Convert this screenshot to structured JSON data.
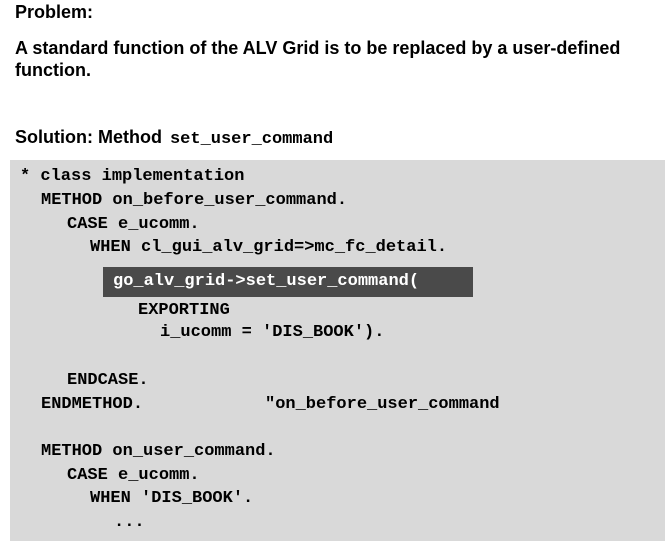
{
  "problem": {
    "heading": "Problem:",
    "text": "A standard function of the ALV Grid is to be replaced by a user-defined function."
  },
  "solution": {
    "label": "Solution: Method",
    "method": "set_user_command"
  },
  "code": {
    "lines": [
      "* class implementation",
      "METHOD on_before_user_command.",
      "CASE e_ucomm.",
      "WHEN cl_gui_alv_grid=>mc_fc_detail.",
      "go_alv_grid->set_user_command(",
      "EXPORTING",
      "i_ucomm = 'DIS_BOOK').",
      "ENDCASE.",
      "ENDMETHOD.",
      "\"on_before_user_command",
      "METHOD on_user_command.",
      "CASE e_ucomm.",
      "WHEN 'DIS_BOOK'.",
      "..."
    ]
  }
}
